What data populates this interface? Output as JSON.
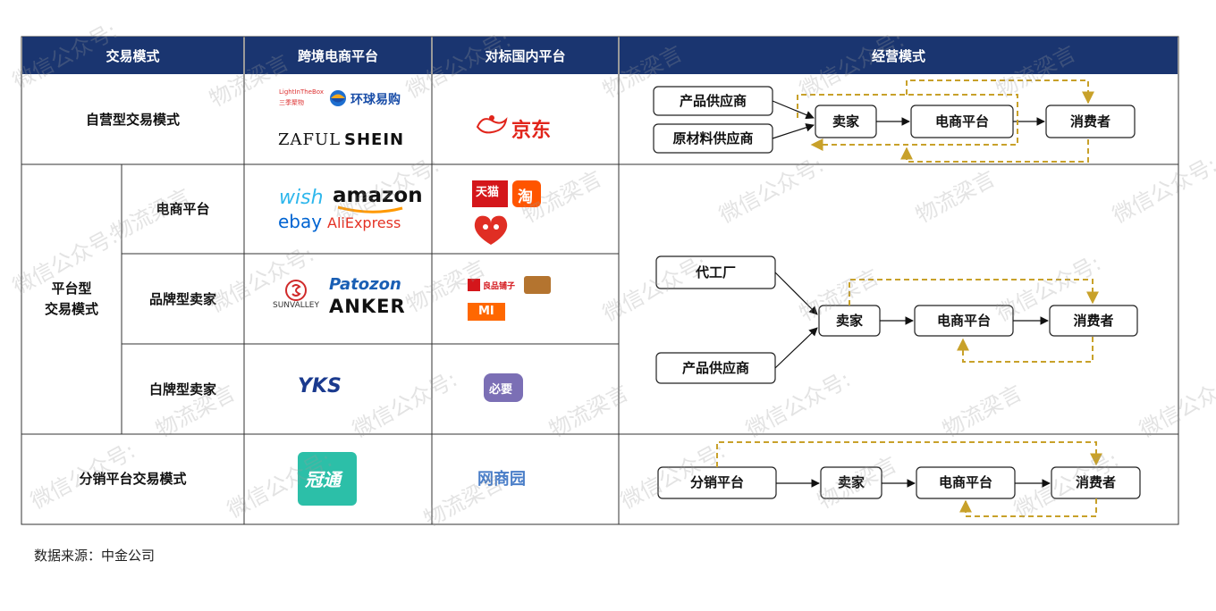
{
  "header": {
    "col1": "交易模式",
    "col2": "跨境电商平台",
    "col3": "对标国内平台",
    "col4": "经营模式"
  },
  "rows": {
    "self": "自营型交易模式",
    "platform": "平台型\n交易模式",
    "ecommerce": "电商平台",
    "brand": "品牌型卖家",
    "whitelabel": "白牌型卖家",
    "distribution": "分销平台交易模式"
  },
  "logos": {
    "lightinthebox": "LightInTheBox",
    "sanjiyin": "三季聚物",
    "huanqiu": "环球易购",
    "zaful": "ZAFUL",
    "shein": "SHEIN",
    "jd": "京东",
    "wish": "wish",
    "amazon": "amazon",
    "ebay": "ebay",
    "aliexpress": "AliExpress",
    "tmall": "天猫",
    "taobao": "淘",
    "sunvalley": "SUNVALLEY",
    "patozon": "Patozon",
    "anker": "ANKER",
    "liangpin": "良品铺子",
    "mi": "MI",
    "yks": "YKS",
    "biyao": "必要",
    "guantong": "冠通",
    "wsy": "网商园"
  },
  "flows": {
    "self": {
      "supplier1": "产品供应商",
      "supplier2": "原材料供应商",
      "seller": "卖家",
      "platform": "电商平台",
      "consumer": "消费者"
    },
    "platform": {
      "factory": "代工厂",
      "supplier": "产品供应商",
      "seller": "卖家",
      "platform": "电商平台",
      "consumer": "消费者"
    },
    "distribution": {
      "dist": "分销平台",
      "seller": "卖家",
      "platform": "电商平台",
      "consumer": "消费者"
    }
  },
  "watermark": [
    "物流梁言",
    "微信公众号:"
  ],
  "source": "数据来源：中金公司",
  "colors": {
    "header_bg": "#1a3570",
    "dashed_arrow": "#c8a12a",
    "jd_red": "#e1251b",
    "tmall_red": "#d4161b",
    "taobao_orange": "#ff5500",
    "guantong_teal": "#2cbfa8",
    "biyao_purple": "#7b6fb5",
    "patozon_blue": "#1a5fb4",
    "mi_orange": "#ff6700"
  }
}
